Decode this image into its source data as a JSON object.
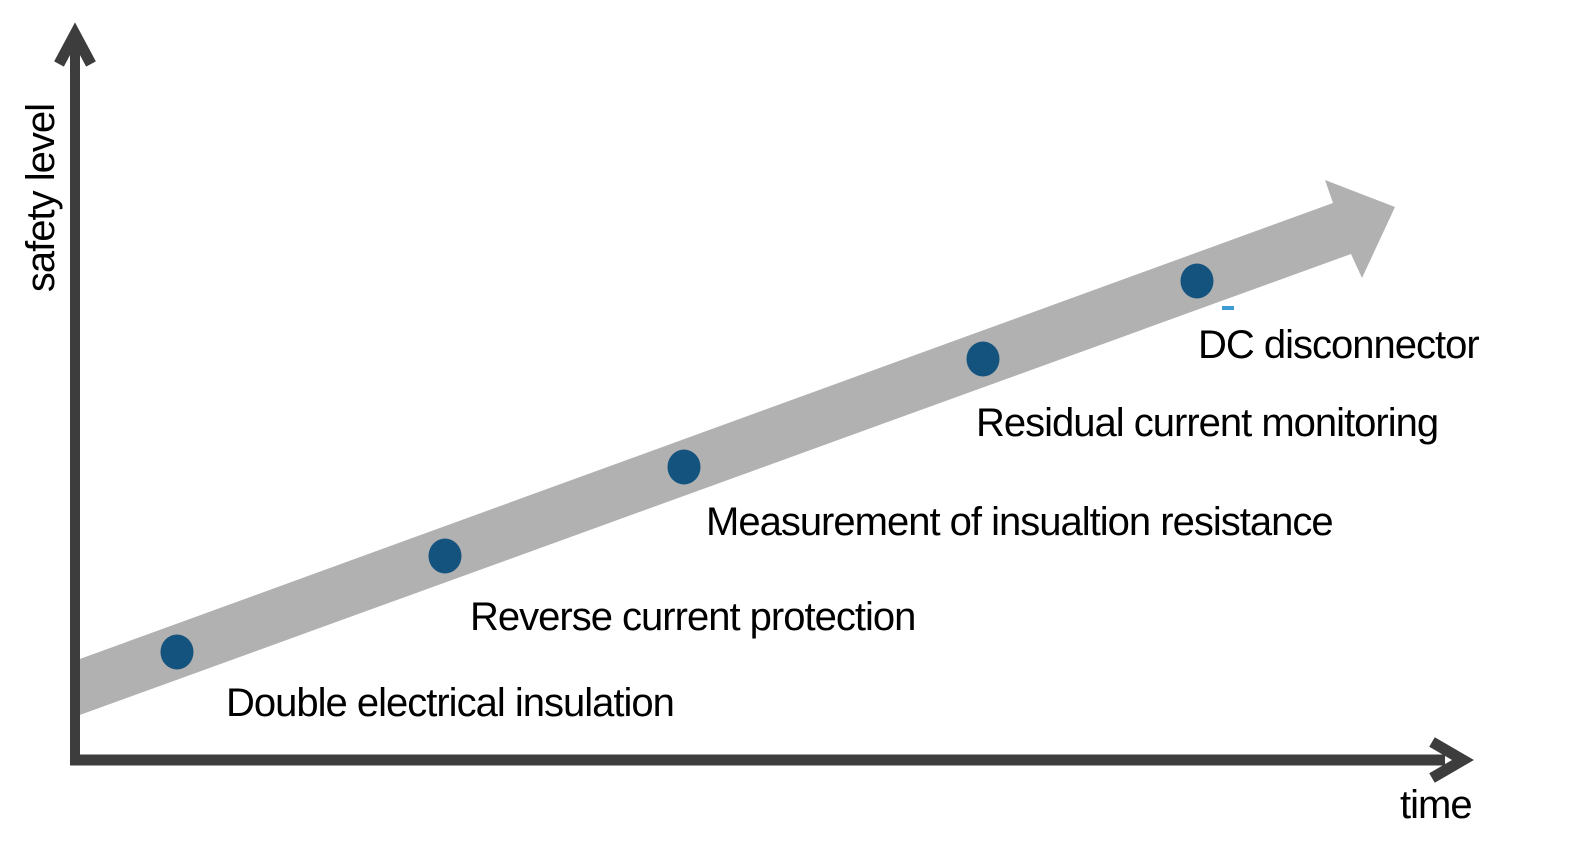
{
  "axes": {
    "y_label": "safety level",
    "x_label": "time"
  },
  "milestones": [
    "Double electrical insulation",
    "Reverse current protection",
    "Measurement of insualtion resistance",
    "Residual current monitoring",
    "DC disconnector"
  ],
  "colors": {
    "dot_blue": "#15537F",
    "band_gray": "#B1B1B1",
    "axis_gray": "#3D3D3D",
    "label_black": "#000000",
    "artifact_blue": "#3E9BD6"
  },
  "chart_data": {
    "type": "scatter",
    "title": "",
    "xlabel": "time",
    "ylabel": "safety level",
    "legend": false,
    "grid": false,
    "axis_style": "arrow-axes-no-ticks",
    "trend": "gray upward arrow band from origin to top right, qualitative increase",
    "points": [
      {
        "order": 1,
        "label": "Double electrical insulation"
      },
      {
        "order": 2,
        "label": "Reverse current protection"
      },
      {
        "order": 3,
        "label": "Measurement of insualtion resistance"
      },
      {
        "order": 4,
        "label": "Residual current monitoring"
      },
      {
        "order": 5,
        "label": "DC disconnector"
      }
    ]
  }
}
